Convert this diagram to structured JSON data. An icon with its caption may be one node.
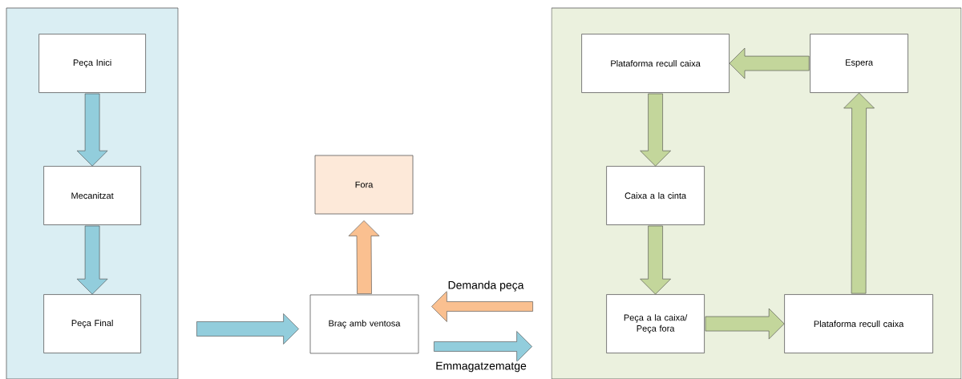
{
  "diagram": {
    "nodes": [
      {
        "text": [],
        "shape": "box"
      },
      {
        "text": [
          "Peça Inici"
        ],
        "in": 0
      },
      {
        "text": [
          "Mecanitzat"
        ],
        "in": 0
      },
      {
        "text": [
          "Peça Final"
        ],
        "in": 0
      },
      {
        "text": [
          "Fora"
        ]
      },
      {
        "text": [
          "Braç amb ventosa"
        ]
      },
      {
        "text": [],
        "shape": "box"
      },
      {
        "text": [
          "Plataforma recull caixa"
        ],
        "in": 6
      },
      {
        "text": [
          "Espera"
        ],
        "in": 6
      },
      {
        "text": [
          "Caixa a la cinta"
        ],
        "in": 6
      },
      {
        "text": [
          "Peça a la caixa/ Peça fora"
        ],
        "in": 6
      },
      {
        "text": [
          "Plataforma recull caixa"
        ],
        "in": 6
      }
    ],
    "edges": [
      {
        "from": 1,
        "to": 2,
        "arrow": "to",
        "color": "#92cddc"
      },
      {
        "from": 2,
        "to": 3,
        "arrow": "to",
        "color": "#92cddc"
      },
      {
        "from": 0,
        "to": 5,
        "arrow": "to",
        "color": "#92cddc"
      },
      {
        "from": 5,
        "to": 4,
        "arrow": "to",
        "color": "#fac090"
      },
      {
        "from": 6,
        "to": 5,
        "arrow": "to",
        "label": "Demanda peça",
        "color": "#fac090"
      },
      {
        "from": 5,
        "to": 6,
        "arrow": "to",
        "label": "Emmagatzematge",
        "color": "#92cddc"
      },
      {
        "from": 8,
        "to": 7,
        "arrow": "to"
      },
      {
        "from": 7,
        "to": 9,
        "arrow": "to"
      },
      {
        "from": 9,
        "to": 10,
        "arrow": "to"
      },
      {
        "from": 10,
        "to": 11,
        "arrow": "to"
      },
      {
        "from": 11,
        "to": 8,
        "arrow": "to"
      }
    ]
  }
}
